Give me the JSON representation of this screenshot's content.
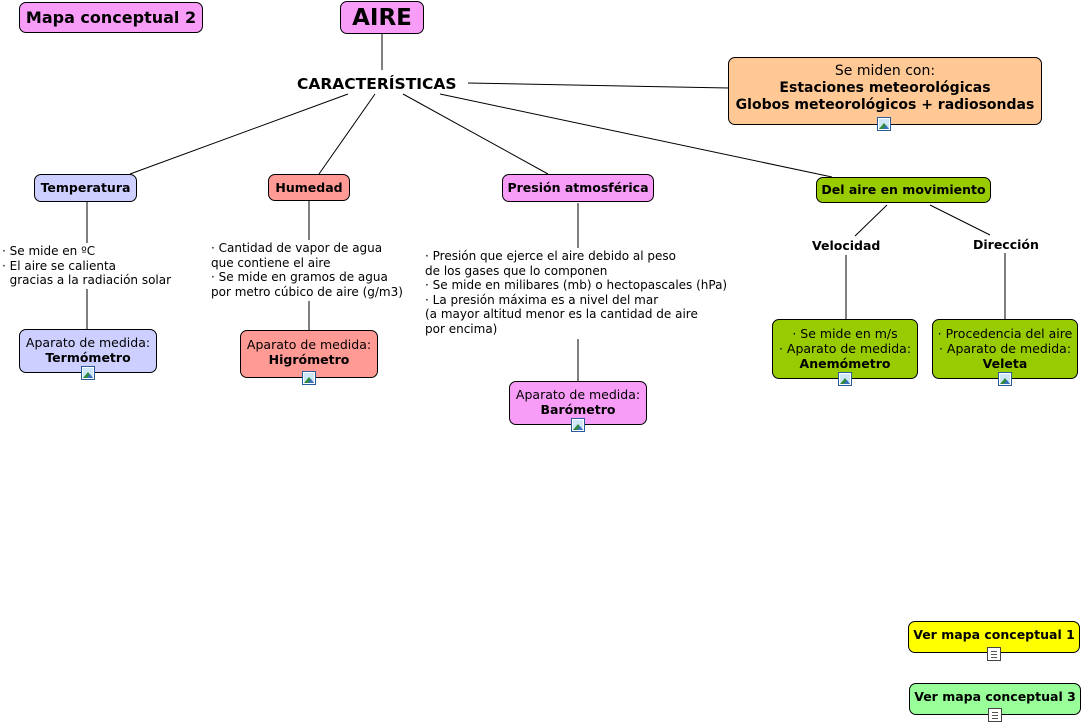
{
  "title_box": "Mapa conceptual 2",
  "root": "AIRE",
  "characteristics": "CARACTERÍSTICAS",
  "measured_with": {
    "line1": "Se miden con:",
    "line2": "Estaciones meteorológicas",
    "line3": "Globos meteorológicos + radiosondas"
  },
  "temperatura": {
    "label": "Temperatura",
    "description": "· Se mide en ºC\n· El aire se calienta\n  gracias a la radiación solar",
    "device_prefix": "Aparato de medida:",
    "device": "Termómetro"
  },
  "humedad": {
    "label": "Humedad",
    "description": "· Cantidad de vapor de agua\nque contiene el aire\n· Se mide en gramos de agua\npor metro cúbico de aire (g/m3)",
    "device_prefix": "Aparato de medida:",
    "device": "Higrómetro"
  },
  "presion": {
    "label": "Presión atmosférica",
    "description": "· Presión que ejerce el aire debido al peso\nde los gases que lo componen\n· Se mide en milibares (mb) o hectopascales (hPa)\n· La presión máxima es a nivel del mar\n(a mayor altitud menor es la cantidad de aire\npor encima)",
    "device_prefix": "Aparato de medida:",
    "device": "Barómetro"
  },
  "movimiento": {
    "label": "Del aire en movimiento",
    "velocidad": {
      "label": "Velocidad",
      "line1": "· Se mide en m/s",
      "line2": "· Aparato de medida:",
      "device": "Anemómetro"
    },
    "direccion": {
      "label": "Dirección",
      "line1": "· Procedencia del aire",
      "line2": "· Aparato de medida:",
      "device": "Veleta"
    }
  },
  "links": {
    "map1": "Ver mapa conceptual 1",
    "map3": "Ver mapa conceptual 3"
  },
  "colors": {
    "title": "#f79cf7",
    "measured": "#ffc895",
    "temperatura": "#cccfff",
    "humedad": "#ff9a94",
    "presion": "#f79cf7",
    "movimiento": "#99cc00",
    "map1": "#ffff00",
    "map3": "#99ff99"
  },
  "icons": [
    "image-icon",
    "document-icon"
  ]
}
